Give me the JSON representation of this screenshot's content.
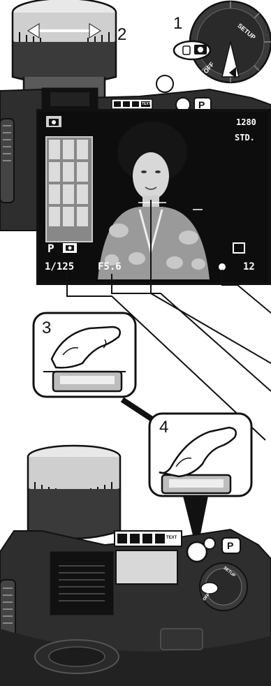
{
  "steps": {
    "one": "1",
    "two": "2",
    "three": "3",
    "four": "4"
  },
  "lcd": {
    "resolution": "1280",
    "quality": "STD.",
    "mode": "P",
    "shutter": "1/125",
    "aperture": "F5.6",
    "frames": "12"
  },
  "dial": {
    "setup": "SETUP",
    "off": "OFF"
  },
  "buttons": {
    "p": "P",
    "text": "TEXT"
  }
}
